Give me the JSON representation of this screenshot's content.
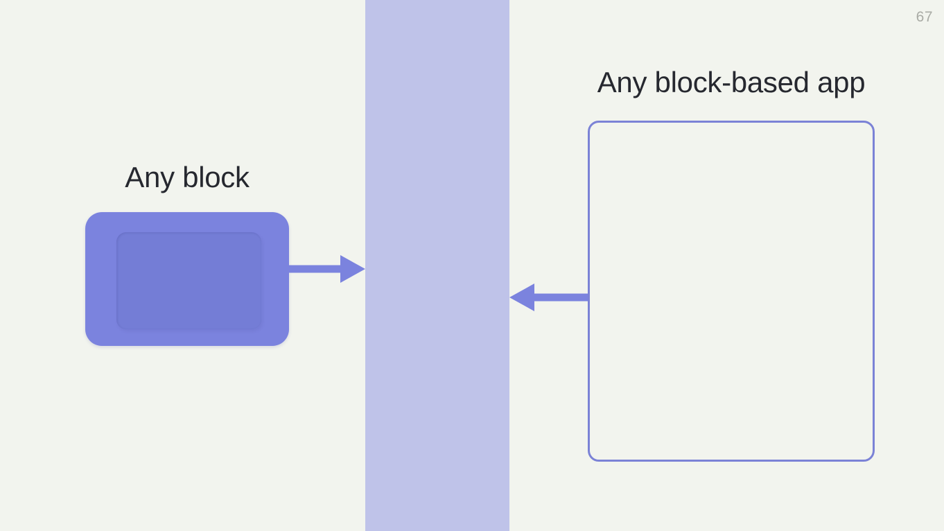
{
  "page": {
    "number": "67"
  },
  "colors": {
    "background": "#f2f4ee",
    "band": "#bfc3e9",
    "block": "#7b83de",
    "block-inner": "rgba(25, 28, 95, 0.06)",
    "outline": "#7b82d6",
    "arrow": "#7b83de",
    "heading": "#26282f",
    "page-number": "#a9aba5"
  },
  "left_panel": {
    "heading": "Any block"
  },
  "right_panel": {
    "heading": "Any block-based app"
  },
  "icons": {
    "block_to_band": "right-arrow",
    "app_to_band": "left-arrow"
  }
}
